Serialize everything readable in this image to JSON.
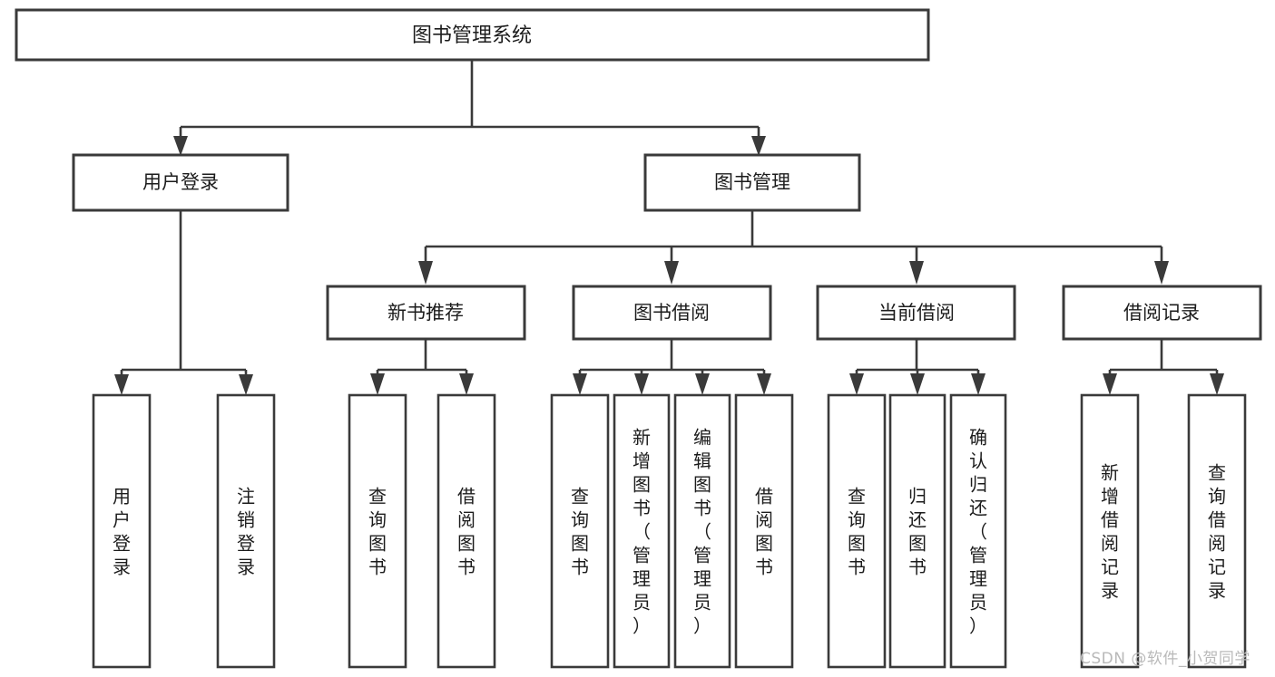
{
  "diagram": {
    "type": "tree-hierarchy",
    "title": "图书管理系统",
    "root": {
      "id": "root",
      "label": "图书管理系统"
    },
    "level2": [
      {
        "id": "user-login",
        "label": "用户登录"
      },
      {
        "id": "book-manage",
        "label": "图书管理"
      }
    ],
    "level3": [
      {
        "id": "new-book-rec",
        "label": "新书推荐",
        "parent": "book-manage"
      },
      {
        "id": "book-borrow",
        "label": "图书借阅",
        "parent": "book-manage"
      },
      {
        "id": "current-borrow",
        "label": "当前借阅",
        "parent": "book-manage"
      },
      {
        "id": "borrow-record",
        "label": "借阅记录",
        "parent": "book-manage"
      }
    ],
    "leaves": [
      {
        "id": "leaf-user-login",
        "label": "用户登录",
        "parent": "user-login"
      },
      {
        "id": "leaf-logout",
        "label": "注销登录",
        "parent": "user-login"
      },
      {
        "id": "leaf-query-book-1",
        "label": "查询图书",
        "parent": "new-book-rec"
      },
      {
        "id": "leaf-borrow-book-1",
        "label": "借阅图书",
        "parent": "new-book-rec"
      },
      {
        "id": "leaf-query-book-2",
        "label": "查询图书",
        "parent": "book-borrow"
      },
      {
        "id": "leaf-add-book",
        "label": "新增图书（管理员）",
        "parent": "book-borrow"
      },
      {
        "id": "leaf-edit-book",
        "label": "编辑图书（管理员）",
        "parent": "book-borrow"
      },
      {
        "id": "leaf-borrow-book-2",
        "label": "借阅图书",
        "parent": "book-borrow"
      },
      {
        "id": "leaf-query-book-3",
        "label": "查询图书",
        "parent": "current-borrow"
      },
      {
        "id": "leaf-return-book",
        "label": "归还图书",
        "parent": "current-borrow"
      },
      {
        "id": "leaf-confirm-return",
        "label": "确认归还（管理员）",
        "parent": "current-borrow"
      },
      {
        "id": "leaf-add-record",
        "label": "新增借阅记录",
        "parent": "borrow-record"
      },
      {
        "id": "leaf-query-record",
        "label": "查询借阅记录",
        "parent": "borrow-record"
      }
    ],
    "colors": {
      "stroke": "#3a3a3a",
      "fill": "#ffffff",
      "text": "#1c1c1c",
      "watermark": "#b9b9b9"
    }
  },
  "watermark": {
    "text": "CSDN @软件_小贺同学"
  }
}
